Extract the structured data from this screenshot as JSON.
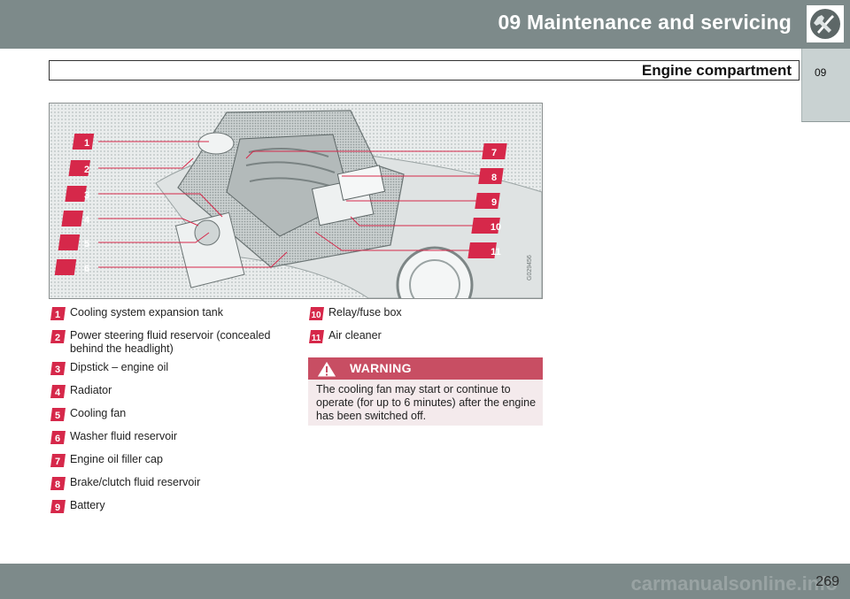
{
  "header": {
    "chapter_title": "09 Maintenance and servicing",
    "chapter_icon": "wrench-screwdriver-icon",
    "section_title": "Engine compartment",
    "side_tab": "09"
  },
  "figure": {
    "code": "G029456",
    "callouts": [
      "1",
      "2",
      "3",
      "4",
      "5",
      "6",
      "7",
      "8",
      "9",
      "10",
      "11"
    ]
  },
  "legend": [
    {
      "num": "1",
      "text": "Cooling system expansion tank"
    },
    {
      "num": "2",
      "text": "Power steering fluid reservoir (concealed behind the headlight)"
    },
    {
      "num": "3",
      "text": "Dipstick – engine oil"
    },
    {
      "num": "4",
      "text": "Radiator"
    },
    {
      "num": "5",
      "text": "Cooling fan"
    },
    {
      "num": "6",
      "text": "Washer fluid reservoir"
    },
    {
      "num": "7",
      "text": "Engine oil filler cap"
    },
    {
      "num": "8",
      "text": "Brake/clutch fluid reservoir"
    },
    {
      "num": "9",
      "text": "Battery"
    },
    {
      "num": "10",
      "text": "Relay/fuse box"
    },
    {
      "num": "11",
      "text": "Air cleaner"
    }
  ],
  "warning": {
    "title": "WARNING",
    "text": "The cooling fan may start or continue to operate (for up to 6 minutes) after the engine has been switched off."
  },
  "footer": {
    "page_number": "269",
    "watermark": "carmanualsonline.info"
  },
  "colors": {
    "header_bar": "#7d8a8a",
    "callout": "#d6284a",
    "warning_head": "#c84e63",
    "warning_bg": "#f4eaec"
  }
}
